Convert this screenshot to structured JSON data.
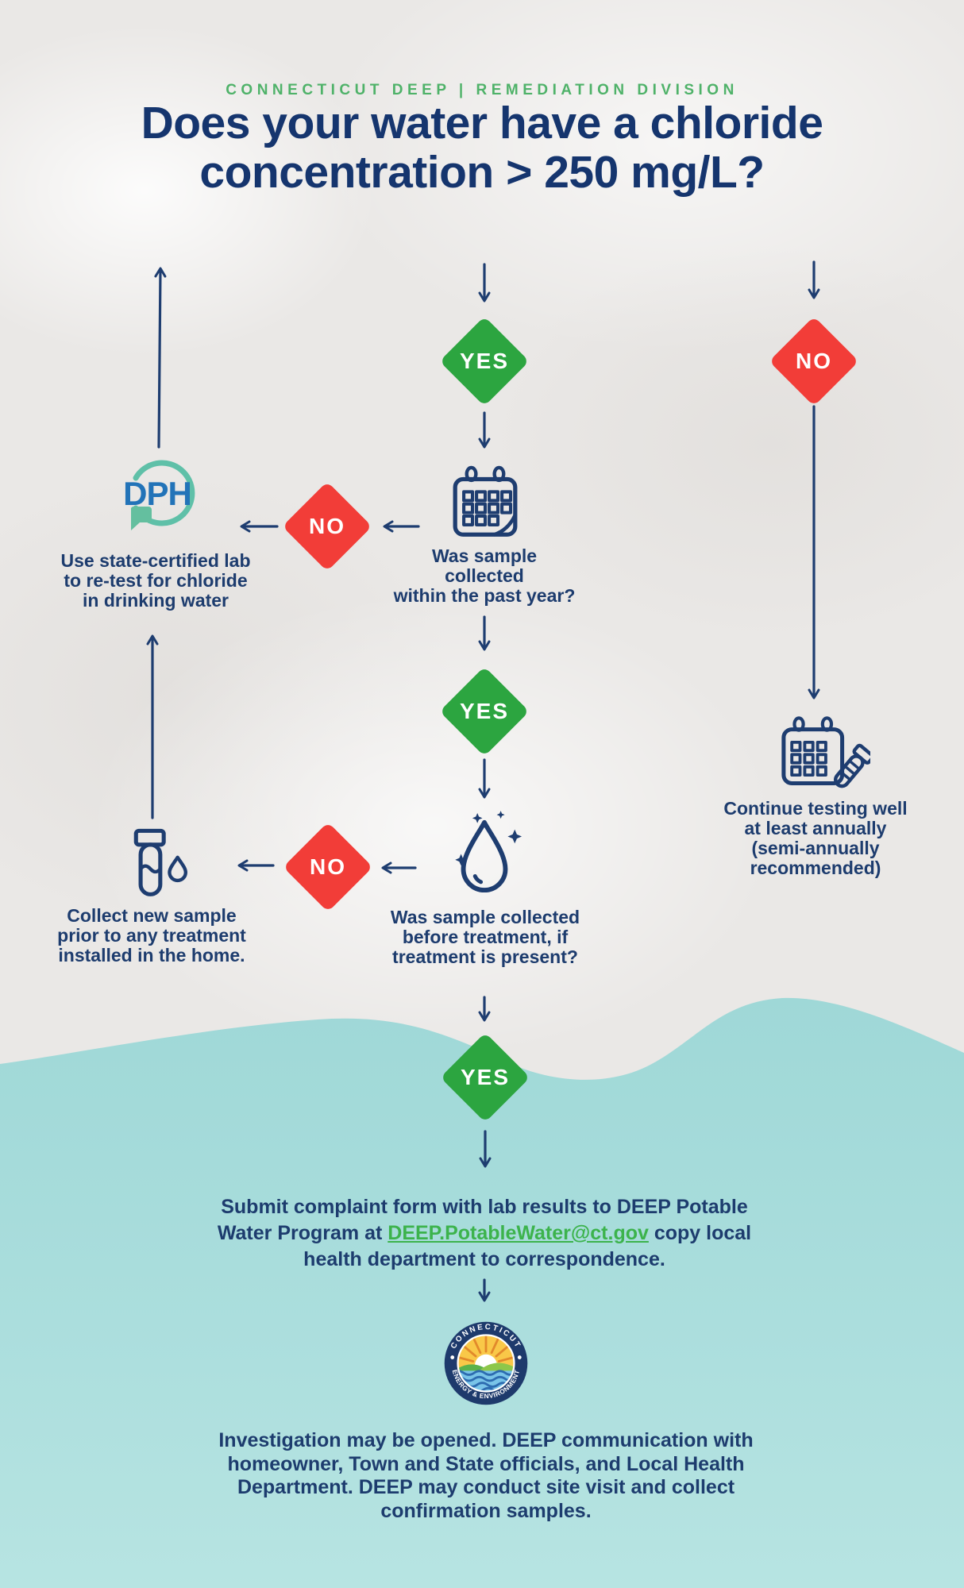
{
  "page": {
    "badge": "CONNECTICUT DEEP | REMEDIATION DIVISION",
    "title_line1": "Does your water have a chloride",
    "title_line2": "concentration > 250 mg/L?"
  },
  "labels": {
    "yes": "YES",
    "no": "NO"
  },
  "nodes": {
    "past_year_question": "Was sample\ncollected\nwithin the past year?",
    "dph_caption": "Use state-certified lab\nto re-test for chloride\nin drinking water",
    "continue_testing": "Continue testing well\nat least annually\n(semi-annually\nrecommended)",
    "treatment_question": "Was sample collected\nbefore treatment, if\ntreatment is present?",
    "collect_sample": "Collect new sample\nprior to any treatment\ninstalled in the home.",
    "submit_before": "Submit complaint form with lab results to DEEP Potable Water Program at ",
    "submit_link": "DEEP.PotableWater@ct.gov",
    "submit_after": " copy local health department to correspondence.",
    "investigation": "Investigation may be opened. DEEP communication with\nhomeowner, Town and State officials, and Local Health\nDepartment. DEEP may conduct site visit and collect\nconfirmation samples."
  },
  "logos": {
    "dph": "DPH",
    "deep_top": "CONNECTICUT",
    "deep_bottom": "ENERGY & ENVIRONMENT"
  },
  "colors": {
    "navy": "#1d3c6e",
    "green_diamond": "#2ca540",
    "red_diamond": "#f23d38",
    "teal_wave": "#a8dddc",
    "link_green": "#3cb34c",
    "badge_green": "#4fb269",
    "dph_blue": "#2273b8",
    "dph_teal": "#5fc0a8"
  }
}
